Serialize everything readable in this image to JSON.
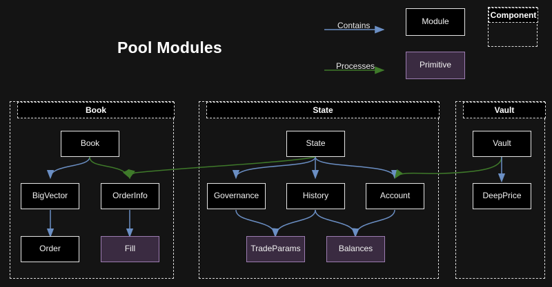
{
  "title": "Pool Modules",
  "colors": {
    "background": "#141414",
    "module_fill": "#000000",
    "module_border": "#e6e6e6",
    "primitive_fill": "#3a2b41",
    "primitive_border": "#9d7db2",
    "contains_arrow": "#6b8fc4",
    "processes_arrow": "#3f7a2a",
    "group_border": "#dcdcdc",
    "text": "#f2f2f2"
  },
  "legend": {
    "contains_label": "Contains",
    "processes_label": "Processes",
    "module_label": "Module",
    "primitive_label": "Primitive",
    "component_label": "Component"
  },
  "groups": [
    {
      "id": "book",
      "label": "Book",
      "nodes": [
        {
          "id": "book",
          "label": "Book",
          "type": "module"
        },
        {
          "id": "bigvector",
          "label": "BigVector",
          "type": "module"
        },
        {
          "id": "orderinfo",
          "label": "OrderInfo",
          "type": "module"
        },
        {
          "id": "order",
          "label": "Order",
          "type": "module"
        },
        {
          "id": "fill",
          "label": "Fill",
          "type": "primitive"
        }
      ]
    },
    {
      "id": "state",
      "label": "State",
      "nodes": [
        {
          "id": "state",
          "label": "State",
          "type": "module"
        },
        {
          "id": "governance",
          "label": "Governance",
          "type": "module"
        },
        {
          "id": "history",
          "label": "History",
          "type": "module"
        },
        {
          "id": "account",
          "label": "Account",
          "type": "module"
        },
        {
          "id": "tradeparams",
          "label": "TradeParams",
          "type": "primitive"
        },
        {
          "id": "balances",
          "label": "Balances",
          "type": "primitive"
        }
      ]
    },
    {
      "id": "vault",
      "label": "Vault",
      "nodes": [
        {
          "id": "vault",
          "label": "Vault",
          "type": "module"
        },
        {
          "id": "deepprice",
          "label": "DeepPrice",
          "type": "module"
        }
      ]
    }
  ],
  "edges": [
    {
      "from": "book",
      "to": "bigvector",
      "kind": "contains"
    },
    {
      "from": "bigvector",
      "to": "order",
      "kind": "contains"
    },
    {
      "from": "orderinfo",
      "to": "fill",
      "kind": "contains"
    },
    {
      "from": "state",
      "to": "governance",
      "kind": "contains"
    },
    {
      "from": "state",
      "to": "history",
      "kind": "contains"
    },
    {
      "from": "state",
      "to": "account",
      "kind": "contains"
    },
    {
      "from": "governance",
      "to": "tradeparams",
      "kind": "contains"
    },
    {
      "from": "history",
      "to": "tradeparams",
      "kind": "contains"
    },
    {
      "from": "history",
      "to": "balances",
      "kind": "contains"
    },
    {
      "from": "account",
      "to": "balances",
      "kind": "contains"
    },
    {
      "from": "vault",
      "to": "deepprice",
      "kind": "contains"
    },
    {
      "from": "book",
      "to": "orderinfo",
      "kind": "processes"
    },
    {
      "from": "state",
      "to": "orderinfo",
      "kind": "processes"
    },
    {
      "from": "vault",
      "to": "account",
      "kind": "processes"
    }
  ]
}
